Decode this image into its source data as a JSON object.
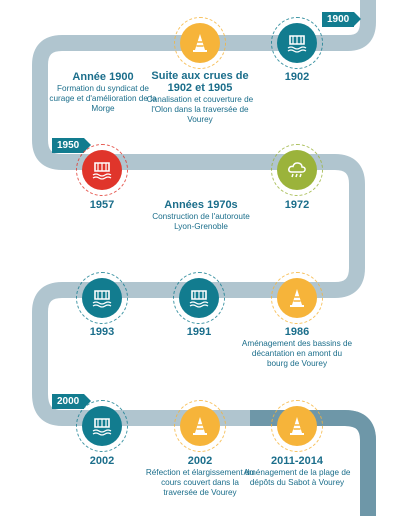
{
  "colors": {
    "track": "#b0c5cf",
    "track_dark": "#6e97a8",
    "teal": "#127c8f",
    "yellow": "#f6b43a",
    "red": "#e0352b",
    "green": "#9bb33b",
    "text": "#1b6e8b"
  },
  "milestones": [
    {
      "id": "1900",
      "flag": "1900"
    },
    {
      "id": "1950",
      "flag": "1950"
    },
    {
      "id": "2000",
      "flag": "2000"
    }
  ],
  "events": [
    {
      "title": "Année 1900",
      "desc": "Formation du syndicat de curage et d'amélioration de la Morge",
      "icon": "none"
    },
    {
      "title": "Suite aux crues de 1902 et 1905",
      "desc": "Canalisation et couverture de l'Olon dans la traversée de Vourey",
      "icon": "cone-icon"
    },
    {
      "title": "1902",
      "desc": "",
      "icon": "dam-icon"
    },
    {
      "title": "1957",
      "desc": "",
      "icon": "dam-icon"
    },
    {
      "title": "Années 1970s",
      "desc": "Construction de l'autoroute Lyon-Grenoble",
      "icon": "none"
    },
    {
      "title": "1972",
      "desc": "",
      "icon": "rain-cloud-icon"
    },
    {
      "title": "1993",
      "desc": "",
      "icon": "dam-icon"
    },
    {
      "title": "1991",
      "desc": "",
      "icon": "dam-icon"
    },
    {
      "title": "1986",
      "desc": "Aménagement des bassins de décantation en amont du bourg de Vourey",
      "icon": "cone-icon"
    },
    {
      "title": "2002",
      "desc": "",
      "icon": "dam-icon"
    },
    {
      "title": "2002",
      "desc": "Réfection et élargissement du cours couvert dans la traversée de Vourey",
      "icon": "cone-icon"
    },
    {
      "title": "2011-2014",
      "desc": "Aménagement de la plage de dépôts du Sabot à Vourey",
      "icon": "cone-icon"
    }
  ]
}
